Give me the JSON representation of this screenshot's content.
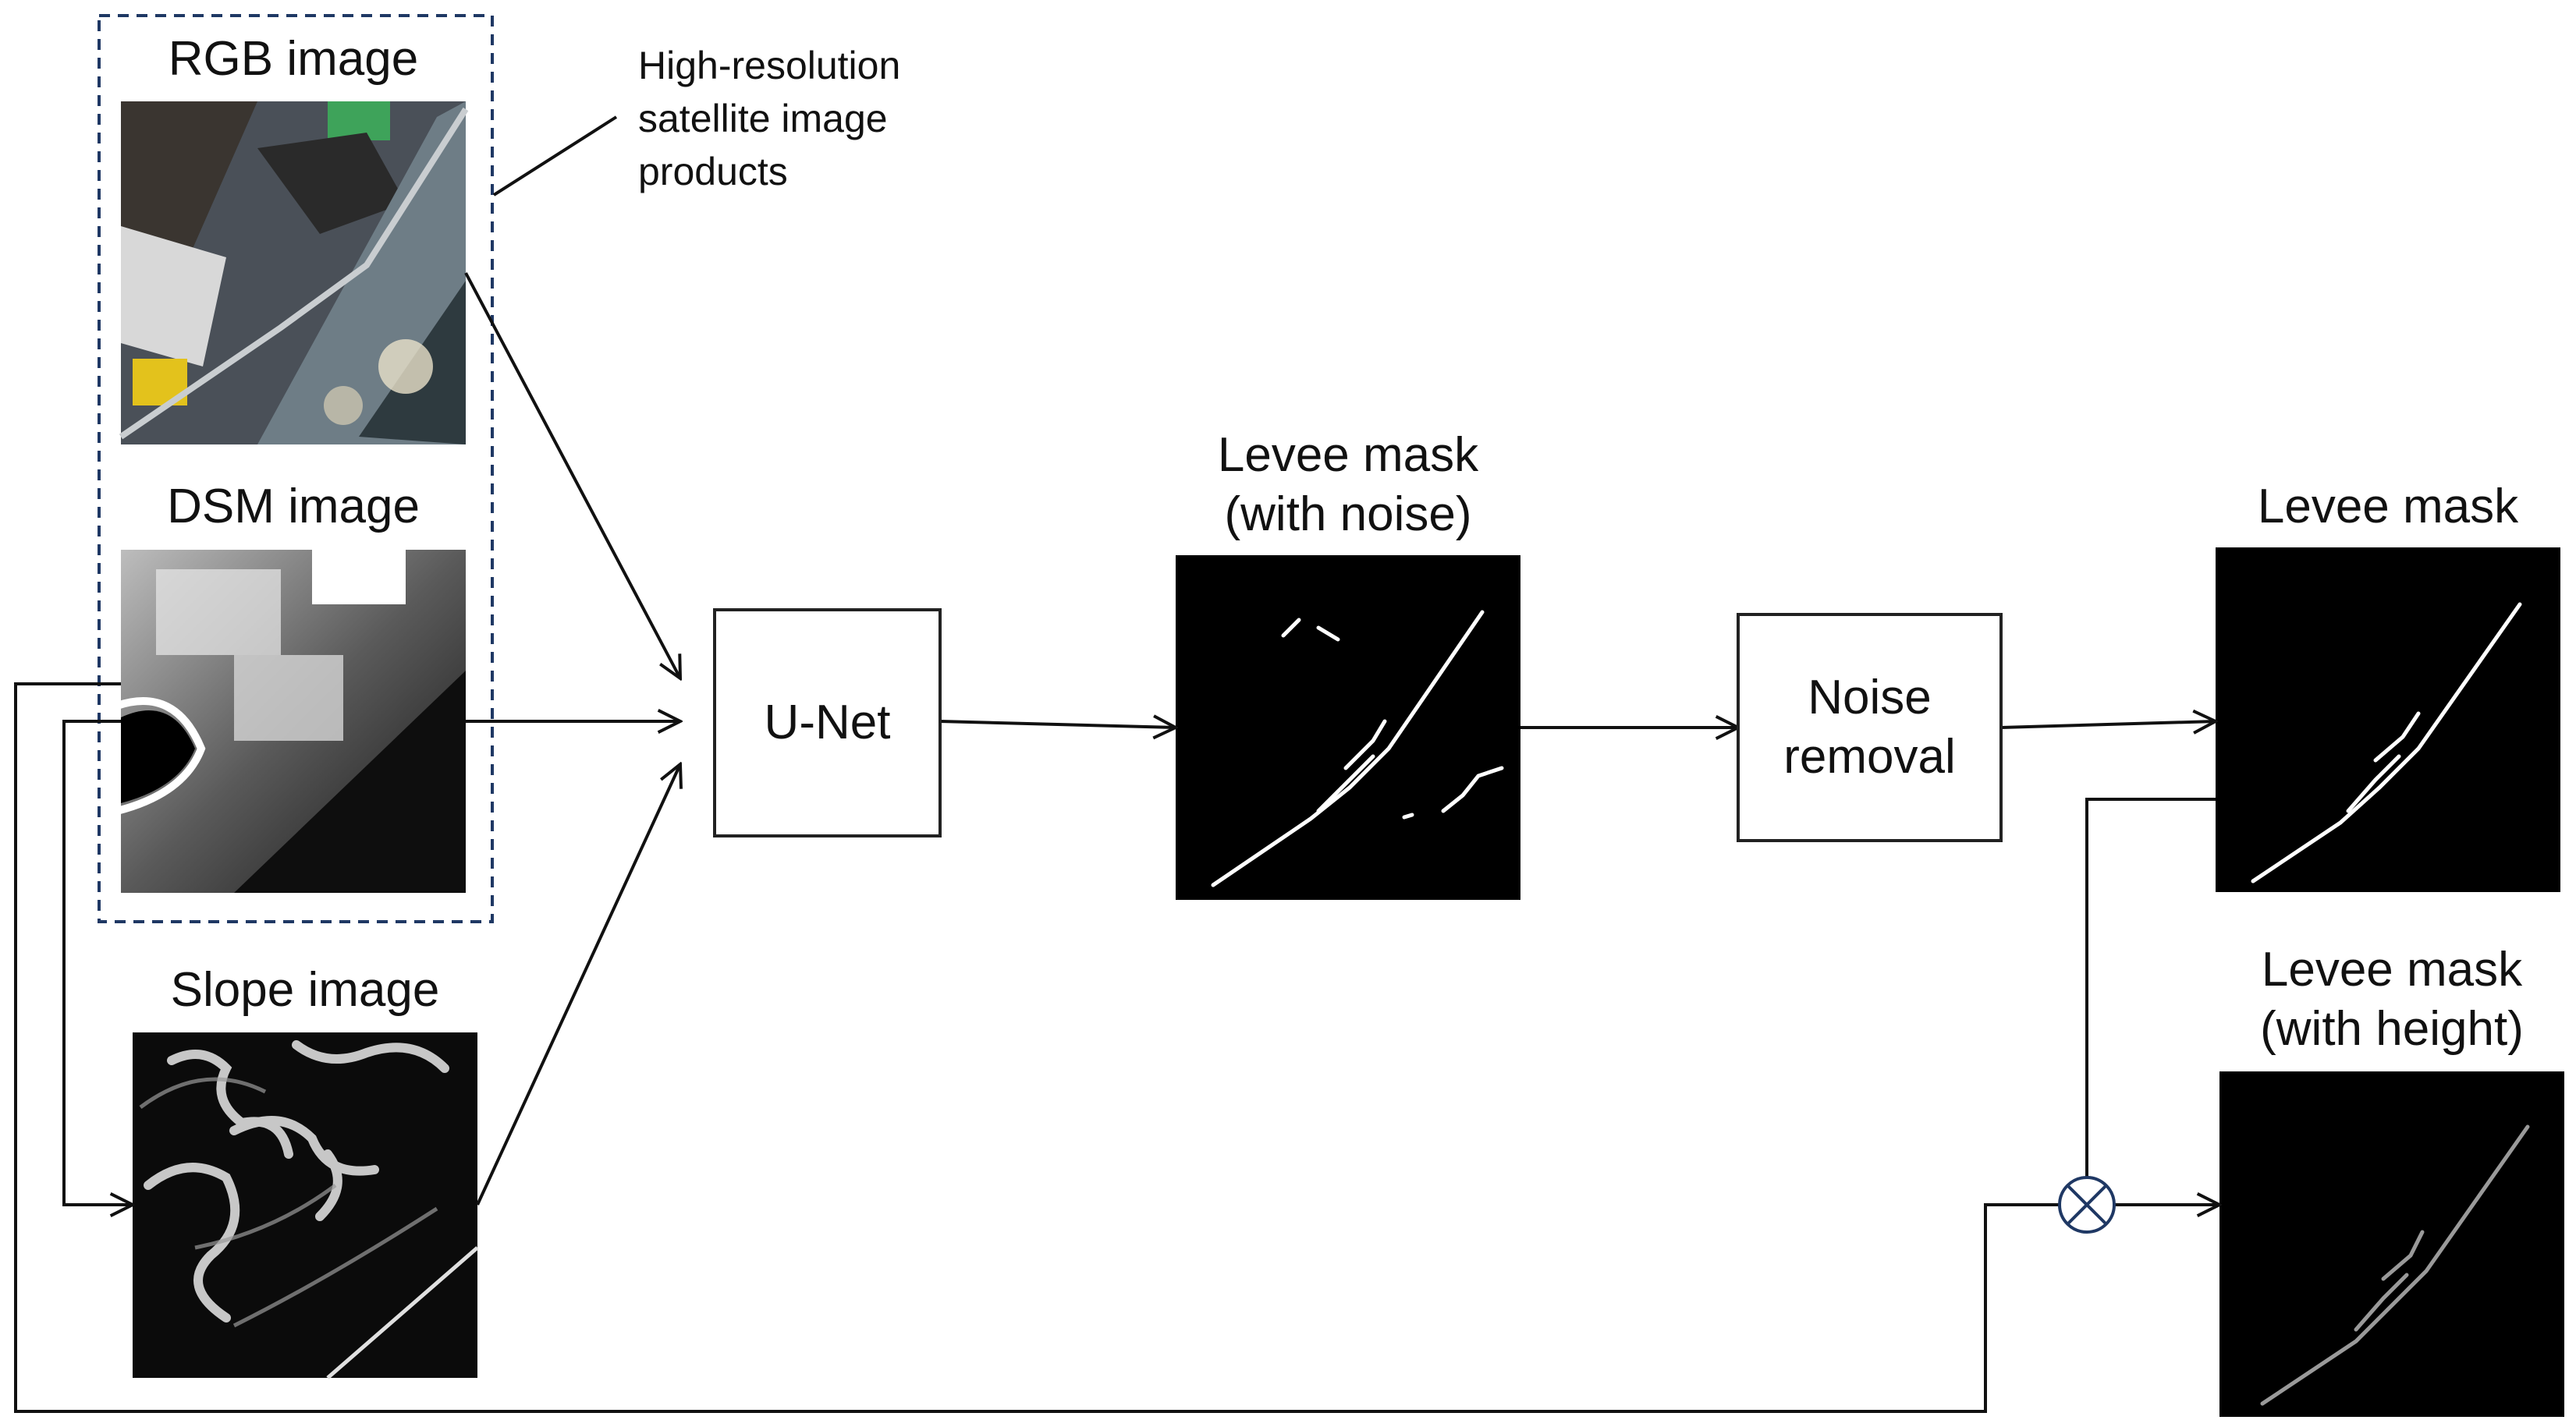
{
  "inputs": {
    "group_note": [
      "High-resolution",
      "satellite image",
      "products"
    ],
    "rgb_label": "RGB image",
    "dsm_label": "DSM image",
    "slope_label": "Slope image"
  },
  "nodes": {
    "unet_label": "U-Net",
    "noise_removal_label": [
      "Noise",
      "removal"
    ]
  },
  "outputs": {
    "mask_noise_label": [
      "Levee mask",
      "(with noise)"
    ],
    "mask_label": "Levee mask",
    "mask_height_label": [
      "Levee mask",
      "(with height)"
    ]
  },
  "operator": {
    "multiply_symbol": "⊗"
  },
  "colors": {
    "dashed_border": "#1f3864",
    "operator_stroke": "#1f3864",
    "line": "#111111"
  }
}
